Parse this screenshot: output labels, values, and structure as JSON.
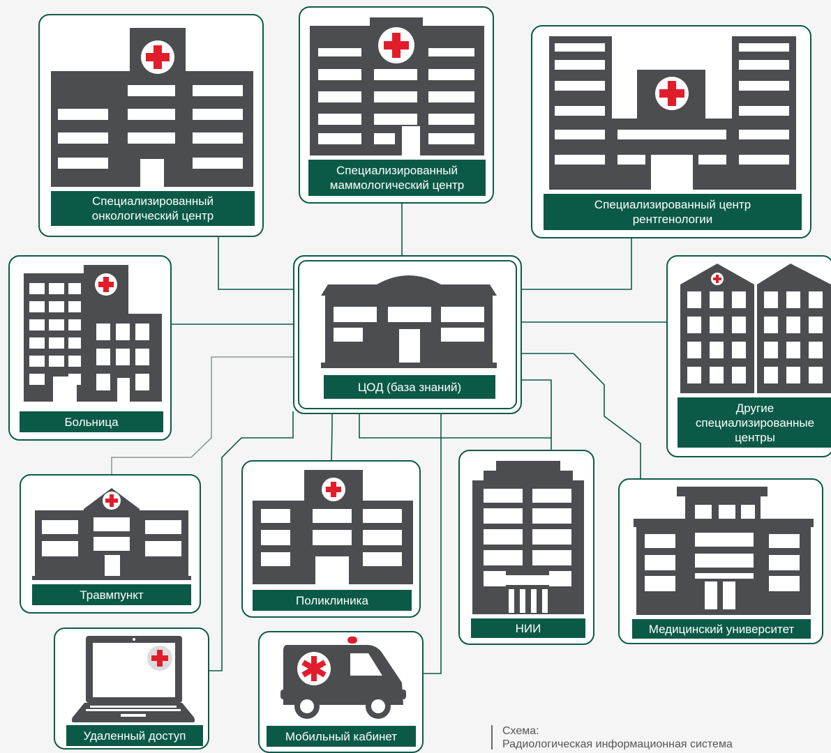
{
  "colors": {
    "accent": "#0b5a47",
    "building": "#4b4d50",
    "cross": "#e21d2b",
    "background": "#f5f5f5"
  },
  "nodes": {
    "oncology": {
      "label": "Специализированный\nонкологический центр",
      "icon": "hospital-building-icon"
    },
    "mammology": {
      "label": "Специализированный\nмаммологический центр",
      "icon": "hospital-building-icon"
    },
    "radiology": {
      "label": "Специализированный центр\nрентгенологии",
      "icon": "hospital-building-icon"
    },
    "hospital": {
      "label": "Больница",
      "icon": "hospital-building-icon"
    },
    "center": {
      "label": "ЦОД (база знаний)",
      "icon": "data-center-building-icon"
    },
    "other": {
      "label": "Другие\nспециализированные\nцентры",
      "icon": "hospital-building-icon"
    },
    "trauma": {
      "label": "Травмпункт",
      "icon": "clinic-building-icon"
    },
    "polyclinic": {
      "label": "Поликлиника",
      "icon": "hospital-building-icon"
    },
    "institute": {
      "label": "НИИ",
      "icon": "research-building-icon"
    },
    "university": {
      "label": "Медицинский университет",
      "icon": "university-building-icon"
    },
    "remote": {
      "label": "Удаленный доступ",
      "icon": "laptop-icon"
    },
    "mobile": {
      "label": "Мобильный кабинет",
      "icon": "ambulance-icon"
    }
  },
  "caption": {
    "line1": "Схема:",
    "line2": "Радиологическая информационная система"
  }
}
